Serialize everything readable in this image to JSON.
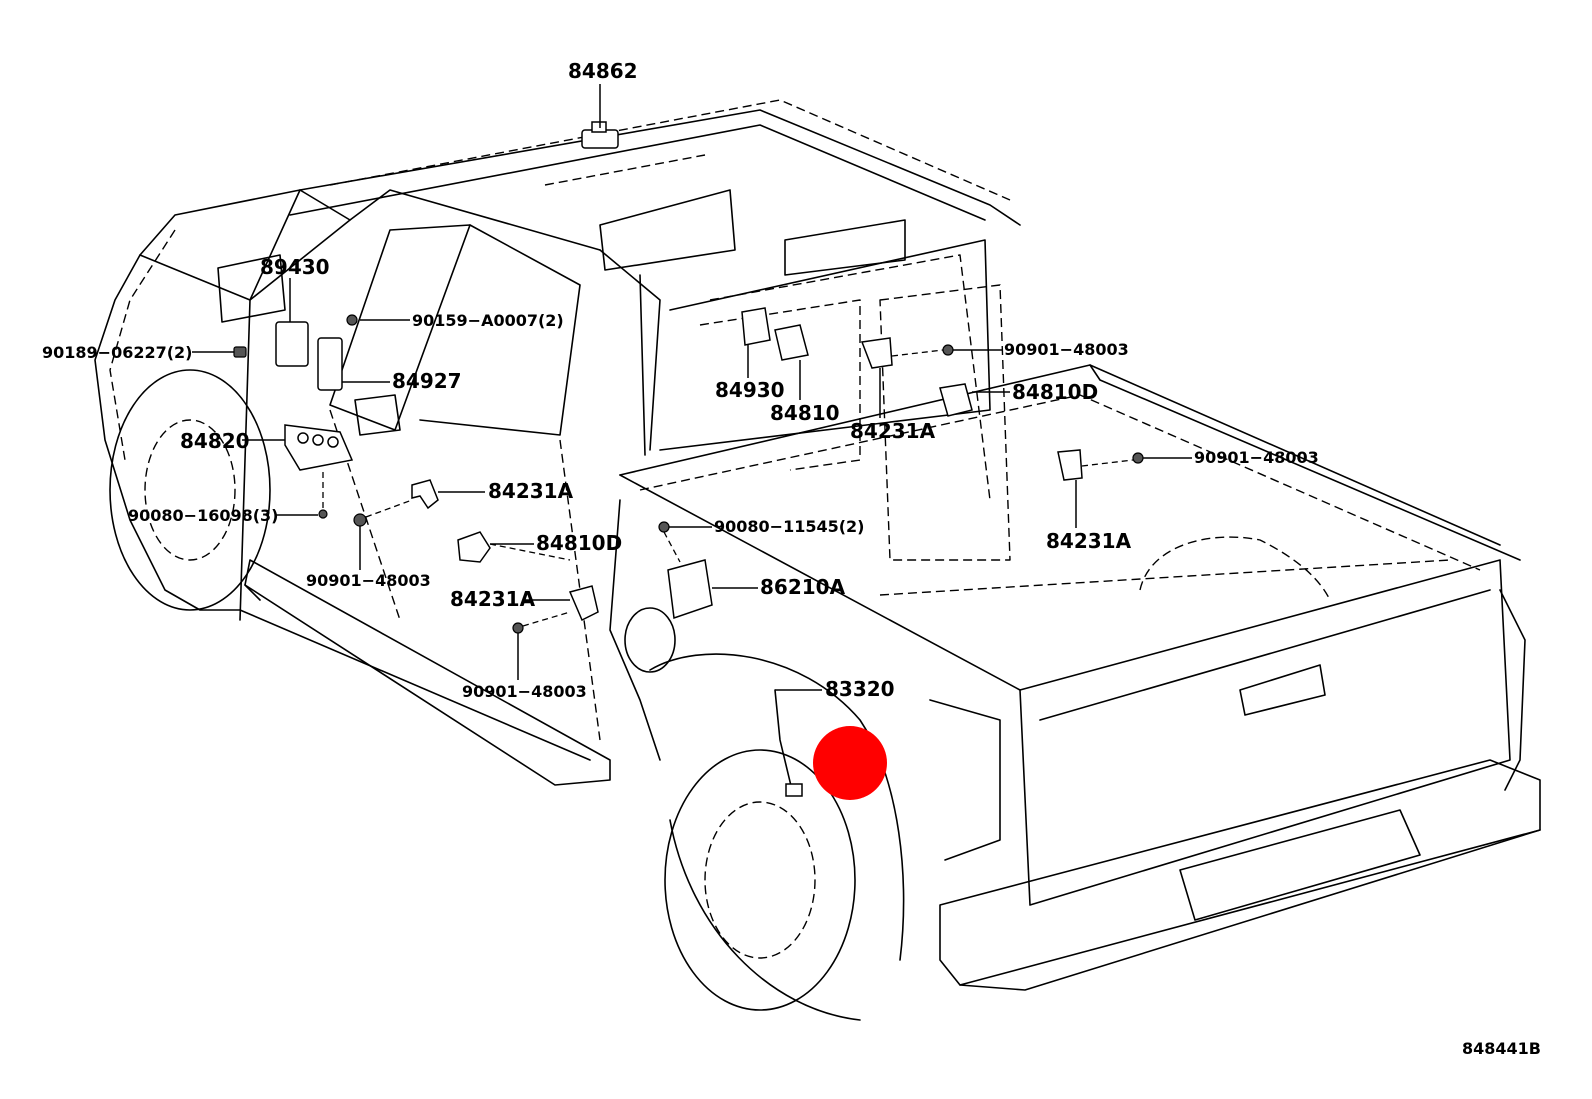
{
  "labels": {
    "p84862": "84862",
    "p89430": "89430",
    "p90159": "90159−A0007(2)",
    "p90189": "90189−06227(2)",
    "p84927": "84927",
    "p84820": "84820",
    "p90080a": "90080−16098(3)",
    "p90901a": "90901−48003",
    "p84231a1": "84231A",
    "p84810d1": "84810D",
    "p84231a2": "84231A",
    "p90901b": "90901−48003",
    "p90080b": "90080−11545(2)",
    "p86210a": "86210A",
    "p83320": "83320",
    "p84930": "84930",
    "p84810": "84810",
    "p84231a3": "84231A",
    "p90901c": "90901−48003",
    "p84810d2": "84810D",
    "p90901d": "90901−48003",
    "p84231a4": "84231A"
  },
  "ref_code": "848441B",
  "marker_color": "#ff0000"
}
